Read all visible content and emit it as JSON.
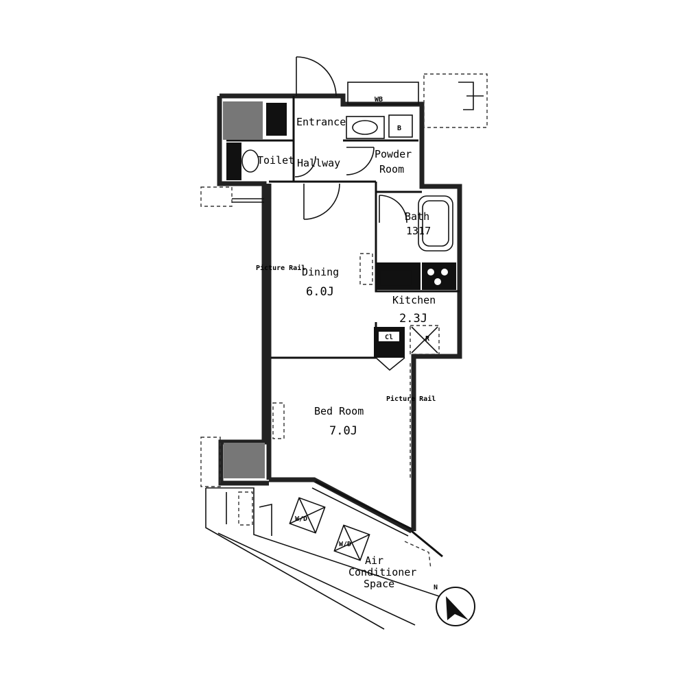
{
  "rooms": {
    "entrance": "Entrance",
    "wb": "WB",
    "b": "B",
    "powder_room_1": "Powder",
    "powder_room_2": "Room",
    "toilet": "Toilet",
    "hallway": "Hallway",
    "bath_1": "Bath",
    "bath_2": "1317",
    "dining": "Dining",
    "dining_size": "6.0J",
    "kitchen": "Kitchen",
    "kitchen_size": "2.3J",
    "bedroom": "Bed Room",
    "bedroom_size": "7.0J",
    "cl": "Cl",
    "r": "R",
    "picture_rail_1": "Picture Rail",
    "picture_rail_2": "Picture Rail",
    "ac_1": "Air",
    "ac_2": "Conditioner",
    "ac_3": "Space",
    "unit_1": "W/D",
    "unit_2": "W/D",
    "north": "N"
  },
  "colors": {
    "wall": "#222222",
    "shaded": "#777777"
  },
  "icons": {
    "compass": "north-arrow-icon"
  }
}
